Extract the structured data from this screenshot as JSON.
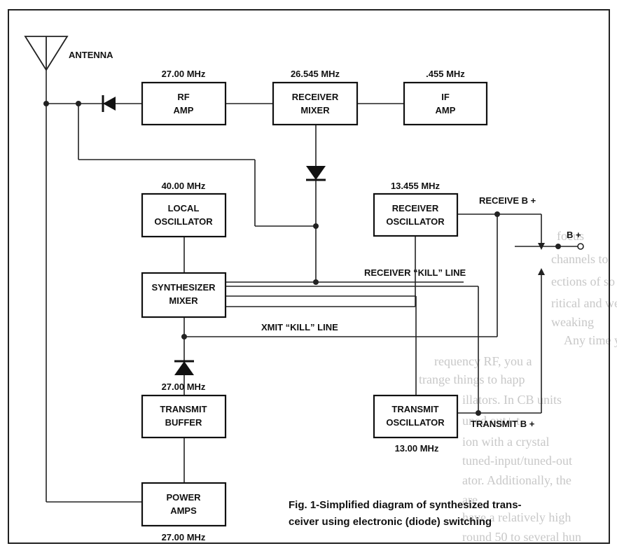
{
  "antenna": {
    "label": "ANTENNA"
  },
  "blocks": {
    "rf_amp": {
      "line1": "RF",
      "line2": "AMP",
      "freq": "27.00 MHz"
    },
    "receiver_mixer": {
      "line1": "RECEIVER",
      "line2": "MIXER",
      "freq": "26.545 MHz"
    },
    "if_amp": {
      "line1": "IF",
      "line2": "AMP",
      "freq": ".455 MHz"
    },
    "local_oscillator": {
      "line1": "LOCAL",
      "line2": "OSCILLATOR",
      "freq": "40.00 MHz"
    },
    "receiver_oscillator": {
      "line1": "RECEIVER",
      "line2": "OSCILLATOR",
      "freq": "13.455 MHz"
    },
    "synthesizer_mixer": {
      "line1": "SYNTHESIZER",
      "line2": "MIXER"
    },
    "transmit_buffer": {
      "line1": "TRANSMIT",
      "line2": "BUFFER",
      "freq": "27.00 MHz"
    },
    "transmit_oscillator": {
      "line1": "TRANSMIT",
      "line2": "OSCILLATOR",
      "freq": "13.00 MHz"
    },
    "power_amps": {
      "line1": "POWER",
      "line2": "AMPS",
      "freq": "27.00 MHz"
    }
  },
  "lines": {
    "receive_b": "RECEIVE B +",
    "transmit_b": "TRANSMIT B +",
    "b_plus": "B +",
    "receiver_kill": "RECEIVER “KILL” LINE",
    "xmit_kill": "XMIT “KILL” LINE"
  },
  "caption": {
    "line1": "Fig. 1-Simplified diagram of synthesized trans-",
    "line2": "ceiver using electronic (diode) switching"
  },
  "bleed_text": [
    "focus",
    "channels to",
    "ections of so",
    "ritical and we",
    "weaking",
    "Any time you de",
    "requency RF, you a",
    "trange things to happ",
    "illators. In CB units",
    "uned out+ t",
    "ion with a crystal",
    "tuned-input/tuned-out",
    "ator. Additionally, the",
    "are",
    "have a relatively high",
    "round 50 to several hun"
  ]
}
